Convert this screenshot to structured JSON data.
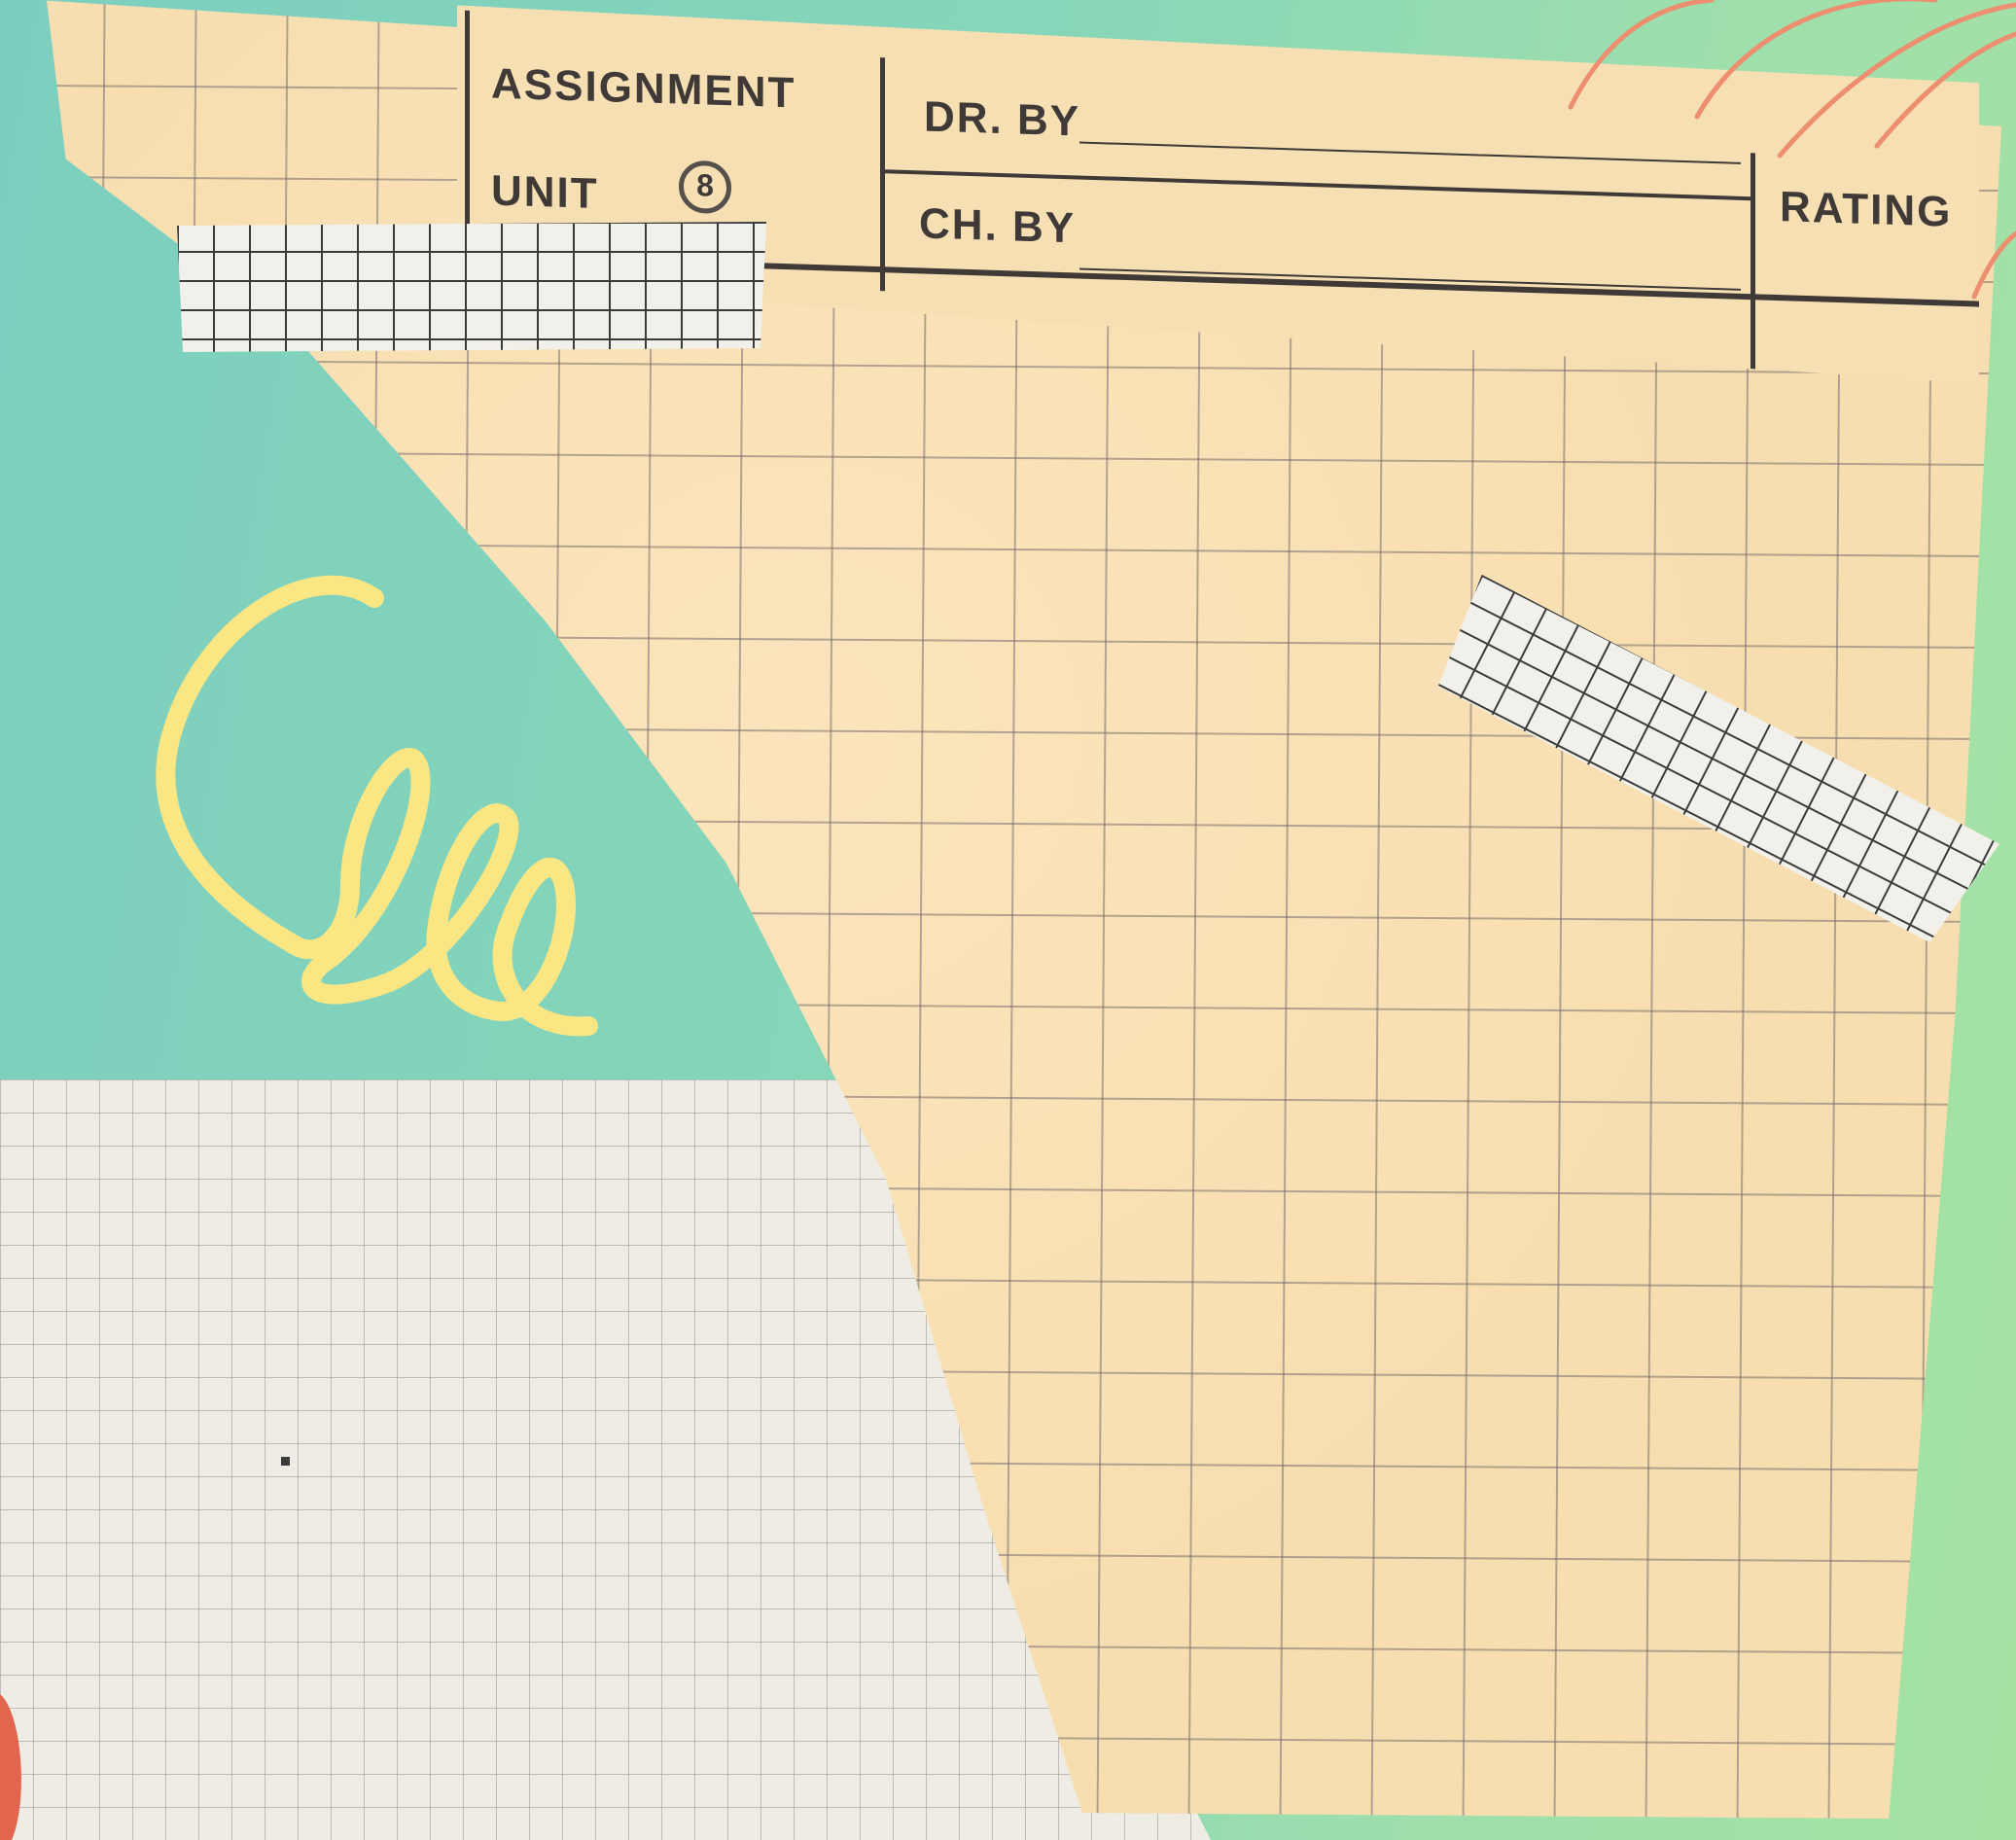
{
  "title_block": {
    "assignment_label": "ASSIGNMENT",
    "unit_label": "UNIT",
    "unit_value": "8",
    "drawn_by_label": "DR. BY",
    "checked_by_label": "CH. BY",
    "rating_label": "RATING"
  },
  "colors": {
    "background": "#86d6b9",
    "graph_paper": "#f7deb0",
    "grid_line": "#786e6e",
    "tape": "#f1f0ea",
    "squiggle": "#fbe684",
    "arcs": "#ec8e6f",
    "light_grid": "#eeece5"
  },
  "decorations": {
    "squiggle_icon": "yellow-loop-doodle-icon",
    "arc_icon": "orange-arcs-icon",
    "tape_icon": "grid-washi-tape-icon"
  }
}
